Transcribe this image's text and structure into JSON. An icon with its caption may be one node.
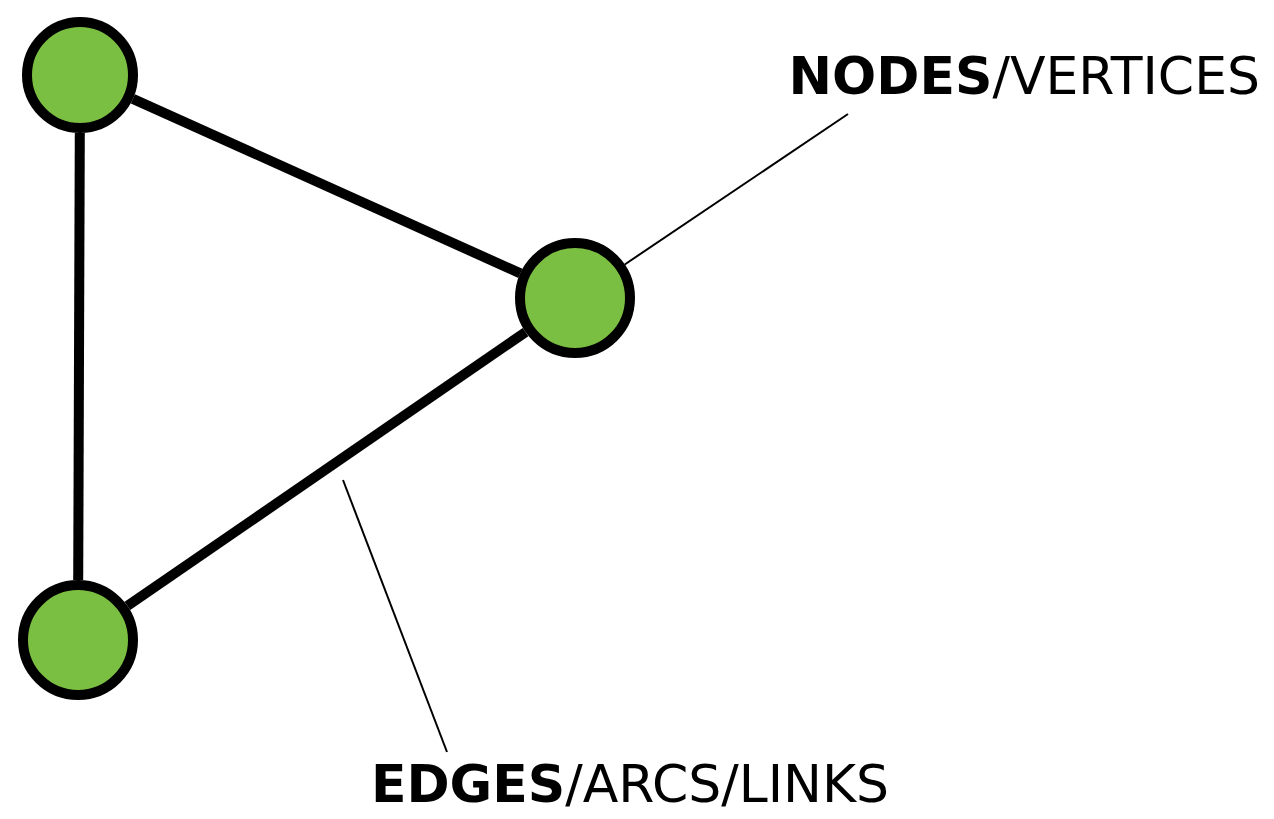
{
  "diagram": {
    "nodes": [
      {
        "text": [],
        "shape": "circle"
      },
      {
        "text": [
          "**NODES**/VERTICES"
        ]
      },
      {
        "text": [],
        "shape": "circle"
      },
      {
        "text": [],
        "shape": "circle"
      },
      {
        "text": [
          "**EDGES**/ARCS/LINKS"
        ]
      }
    ],
    "edges": [
      {
        "from": 0,
        "to": 2,
        "arrow": "none"
      },
      {
        "from": 0,
        "to": 3,
        "arrow": "none"
      },
      {
        "from": 2,
        "to": 3,
        "arrow": "none"
      },
      {
        "from": 1,
        "to": 2,
        "arrow": "none"
      },
      {
        "from": 4,
        "to": null,
        "arrow": "none"
      }
    ]
  }
}
